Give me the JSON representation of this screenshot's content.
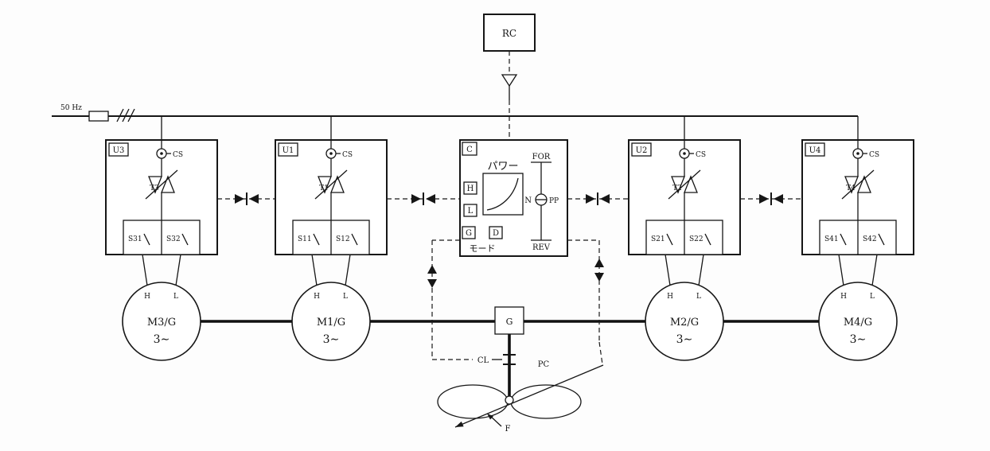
{
  "figure": {
    "rc_label": "RC",
    "frequency": "50 Hz",
    "controller": {
      "tag": "C",
      "power_label": "パワー",
      "mode_label": "モード",
      "forward_label": "FOR",
      "reverse_label": "REV",
      "neutral_label": "N",
      "pp_label": "PP",
      "buttons": [
        "H",
        "L",
        "G",
        "D"
      ]
    },
    "units": [
      {
        "tag": "U3",
        "sensor_label": "CS",
        "thyristor_label": "T3",
        "switch1": "S31",
        "switch2": "S32",
        "motor_label": "M3/G",
        "phase_label": "3∼",
        "terminal_h": "H",
        "terminal_l": "L"
      },
      {
        "tag": "U1",
        "sensor_label": "CS",
        "thyristor_label": "T1",
        "switch1": "S11",
        "switch2": "S12",
        "motor_label": "M1/G",
        "phase_label": "3∼",
        "terminal_h": "H",
        "terminal_l": "L"
      },
      {
        "tag": "U2",
        "sensor_label": "CS",
        "thyristor_label": "T2",
        "switch1": "S21",
        "switch2": "S22",
        "motor_label": "M2/G",
        "phase_label": "3∼",
        "terminal_h": "H",
        "terminal_l": "L"
      },
      {
        "tag": "U4",
        "sensor_label": "CS",
        "thyristor_label": "T4",
        "switch1": "S41",
        "switch2": "S42",
        "motor_label": "M4/G",
        "phase_label": "3∼",
        "terminal_h": "H",
        "terminal_l": "L"
      }
    ],
    "gearbox_label": "G",
    "clutch_label": "CL",
    "pitch_label": "PC",
    "fan_label": "F"
  }
}
